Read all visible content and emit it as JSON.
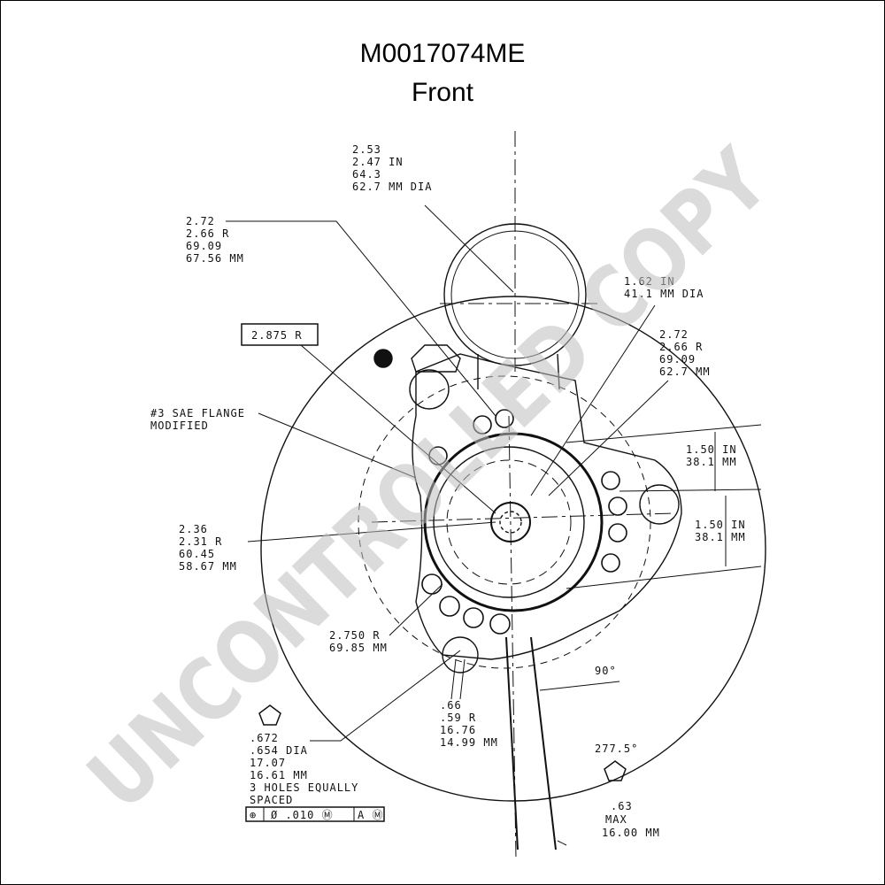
{
  "title": "M0017074ME",
  "subtitle": "Front",
  "watermark": "UNCONTROLLED COPY",
  "dimensions": {
    "top_dia": [
      "2.53",
      "2.47 IN",
      "64.3",
      "62.7 MM DIA"
    ],
    "left_radius": [
      "2.72",
      "2.66 R",
      "69.09",
      "67.56 MM"
    ],
    "boxed_radius": "2.875 R",
    "flange": [
      "#3 SAE FLANGE",
      "MODIFIED"
    ],
    "pilot_dia": [
      "1.62 IN",
      "41.1 MM DIA"
    ],
    "right_radius": [
      "2.72",
      "2.66 R",
      "69.09",
      "62.7 MM"
    ],
    "offset_upper": [
      "1.50 IN",
      "38.1 MM"
    ],
    "offset_lower": [
      "1.50 IN",
      "38.1 MM"
    ],
    "inner_radius": [
      "2.36",
      "2.31 R",
      "60.45",
      "58.67 MM"
    ],
    "bolt_circle": [
      "2.750 R",
      "69.85 MM"
    ],
    "angle_90": "90°",
    "hole_radius": [
      ".66",
      ".59 R",
      "16.76",
      "14.99 MM"
    ],
    "hole_dia": [
      ".672",
      ".654 DIA",
      "17.07",
      "16.61 MM",
      "3 HOLES EQUALLY",
      "SPACED"
    ],
    "tolerance_frame": [
      "⊕",
      "Ø .010 Ⓜ",
      "A Ⓜ"
    ],
    "angle_277": "277.5°",
    "max_dim": [
      ".63",
      "MAX",
      "16.00 MM"
    ]
  }
}
